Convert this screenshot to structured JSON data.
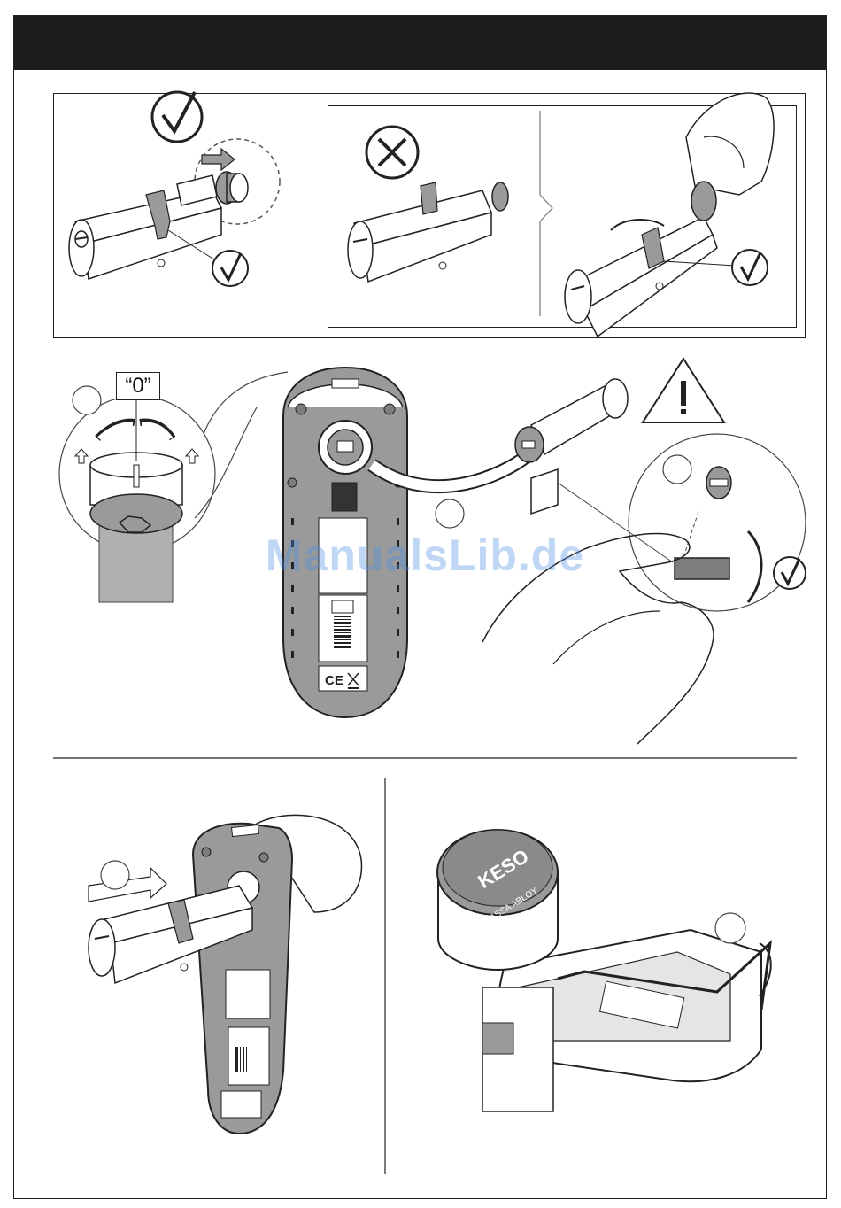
{
  "page": {
    "watermark": "ManualsLib.de",
    "zero_label": "“0”",
    "brand": {
      "logo": "KESO",
      "sublogo": "ASSA ABLOY"
    },
    "marks": {
      "ce": "CE"
    }
  },
  "icons": {
    "correct": "check-mark-icon",
    "wrong": "cross-mark-icon",
    "warning": "warning-triangle-icon",
    "push_arrow": "arrow-right-icon",
    "rotate": "rotate-arrow-icon"
  },
  "colors": {
    "header": "#1c1c1c",
    "housing": "#9a9a9a",
    "housing_dark": "#7d7d7d",
    "line": "#222222",
    "watermark": "#4a90e2"
  }
}
